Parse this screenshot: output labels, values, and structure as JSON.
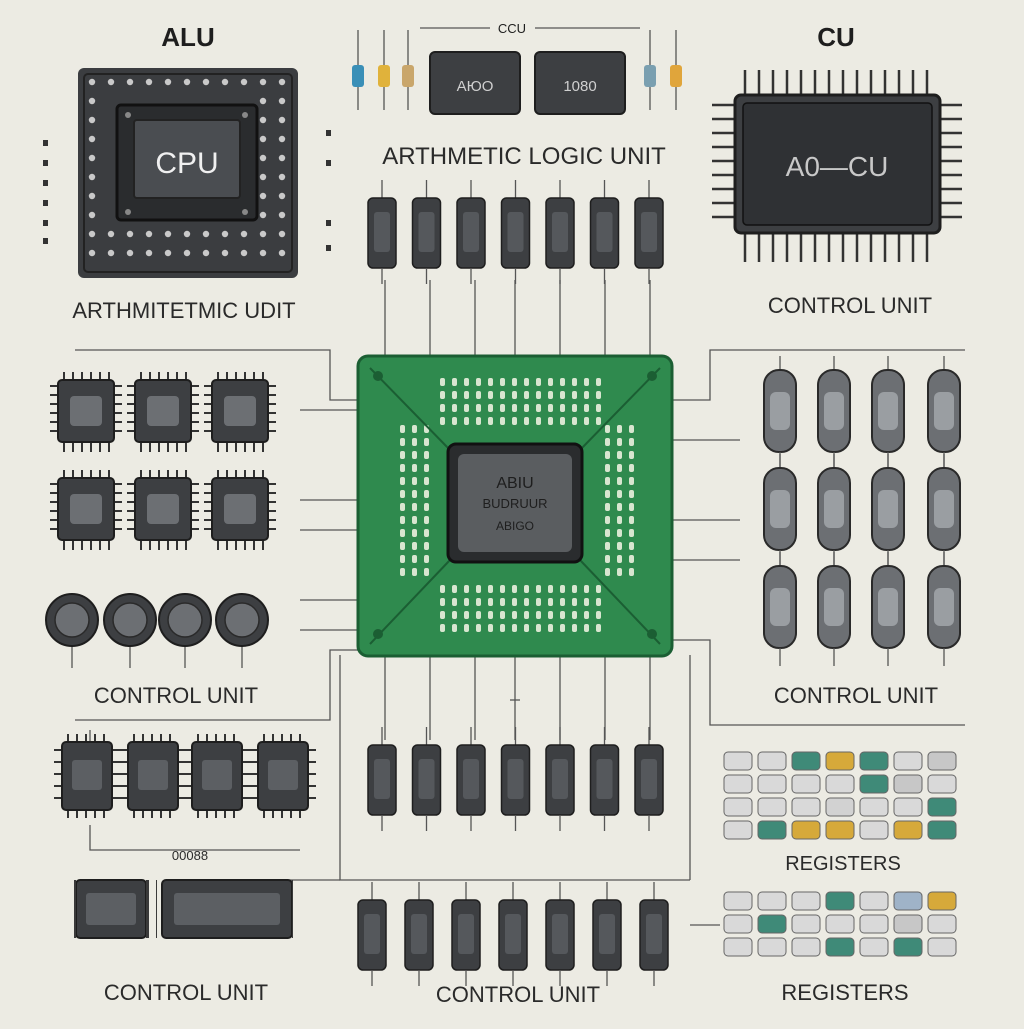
{
  "labels": {
    "alu_top": "ALU",
    "ccu_top": "CCU",
    "cu_top": "CU",
    "arthmetic_logic_unit": "ARTHMETIC LOGIC UNIT",
    "arthmitetmic_unit": "ARTHMITETMIC UDIT",
    "control_unit_topright": "CONTROL UNIT",
    "control_unit_left_mid": "CONTROL UNIT",
    "control_unit_right_mid": "CONTROL UNIT",
    "registers_right": "REGISTERS",
    "control_unit_bottom_left": "CONTROL UNIT",
    "control_unit_bottom_center": "CONTROL UNIT",
    "registers_bottom_right": "REGISTERS",
    "small_code": "00088"
  },
  "chips": {
    "cpu": "CPU",
    "alu_chip_1": "AЮO",
    "alu_chip_2": "1080",
    "cu_chip": "A0—CU",
    "center_line1": "ABIU",
    "center_line2": "BUDRUUR",
    "center_line3": "ABIGO"
  },
  "colors": {
    "background": "#ecebe3",
    "board_green": "#2f8a4e",
    "chip_dark": "#3d3f42",
    "trace": "#555555",
    "register_teal": "#3f8a78",
    "register_gold": "#d6a93a"
  }
}
